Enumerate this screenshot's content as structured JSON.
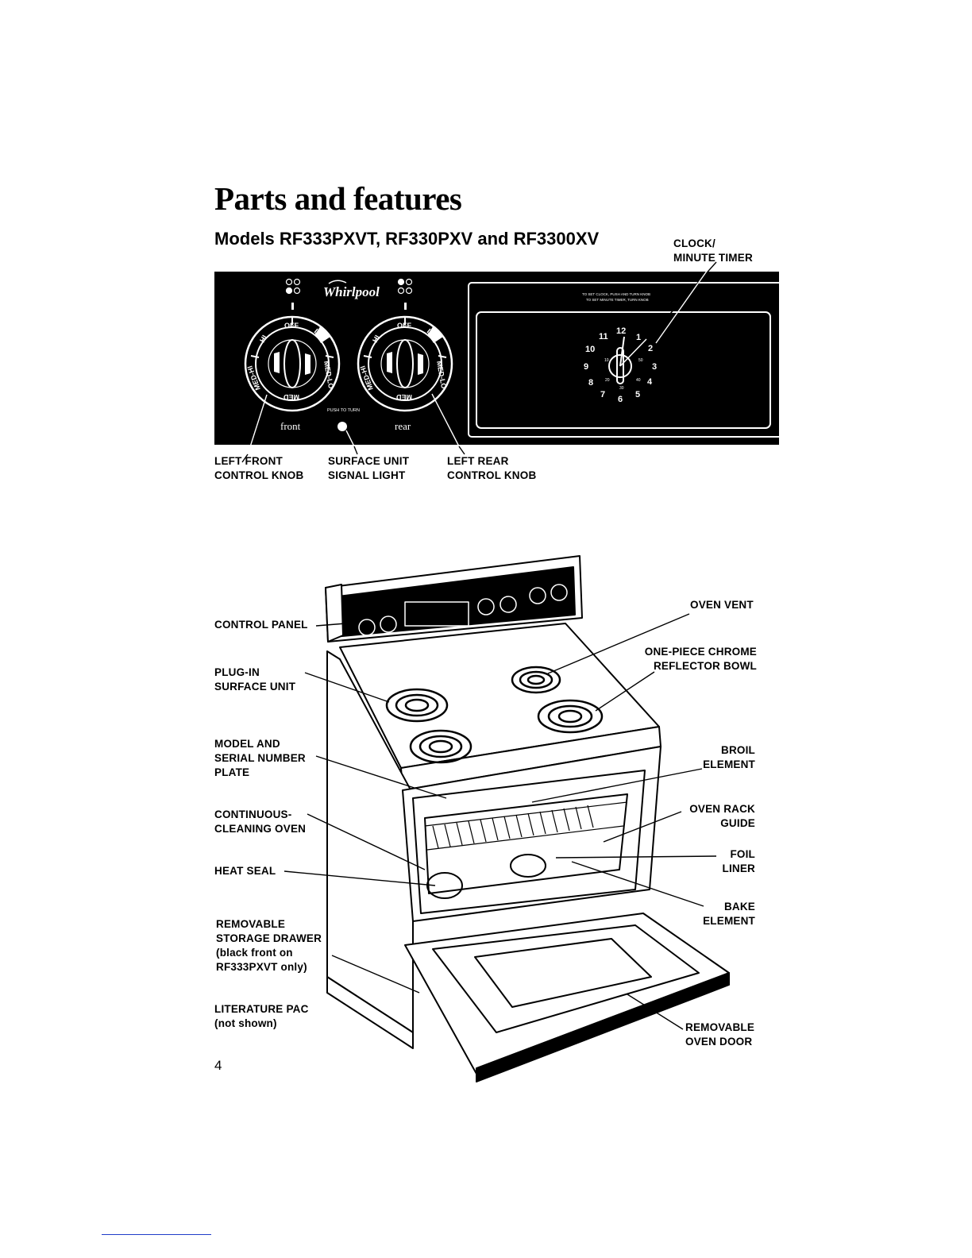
{
  "page": {
    "title": "Parts and features",
    "subtitle": "Models RF333PXVT, RF330PXV and RF3300XV",
    "page_number": "4"
  },
  "control_panel": {
    "brand": "Whirlpool",
    "knob_marks": [
      "OFF",
      "LO",
      "MED-LO",
      "MED",
      "MED-HI",
      "HI"
    ],
    "front_caption": "front",
    "rear_caption": "rear",
    "push_to_turn": "PUSH TO TURN",
    "clock_instructions_1": "TO SET CLOCK, PUSH AND TURN KNOB",
    "clock_instructions_2": "TO SET MINUTE TIMER, TURN KNOB",
    "clock_numbers": [
      "11",
      "12",
      "1",
      "2",
      "3",
      "4",
      "5",
      "6",
      "7",
      "8",
      "9",
      "10"
    ],
    "timer_marks": [
      "10",
      "50",
      "20",
      "30",
      "40"
    ],
    "callouts": {
      "clock_line1": "CLOCK/",
      "clock_line2": "MINUTE TIMER",
      "left_front_line1": "LEFT FRONT",
      "left_front_line2": "CONTROL KNOB",
      "signal_line1": "SURFACE UNIT",
      "signal_line2": "SIGNAL LIGHT",
      "left_rear_line1": "LEFT REAR",
      "left_rear_line2": "CONTROL KNOB"
    }
  },
  "range_labels": {
    "left": {
      "control_panel": "CONTROL PANEL",
      "plug_in_1": "PLUG-IN",
      "plug_in_2": "SURFACE UNIT",
      "model_1": "MODEL AND",
      "model_2": "SERIAL NUMBER",
      "model_3": "PLATE",
      "cont_1": "CONTINUOUS-",
      "cont_2": "CLEANING OVEN",
      "heat_seal": "HEAT SEAL",
      "drawer_1": "REMOVABLE",
      "drawer_2": "STORAGE DRAWER",
      "drawer_3": "(black front on",
      "drawer_4": "RF333PXVT only)",
      "lit_1": "LITERATURE PAC",
      "lit_2": "(not shown)"
    },
    "right": {
      "oven_vent": "OVEN VENT",
      "chrome_1": "ONE-PIECE CHROME",
      "chrome_2": "REFLECTOR BOWL",
      "broil_1": "BROIL",
      "broil_2": "ELEMENT",
      "rack_1": "OVEN RACK",
      "rack_2": "GUIDE",
      "foil_1": "FOIL",
      "foil_2": "LINER",
      "bake_1": "BAKE",
      "bake_2": "ELEMENT",
      "door_1": "REMOVABLE",
      "door_2": "OVEN DOOR"
    }
  }
}
